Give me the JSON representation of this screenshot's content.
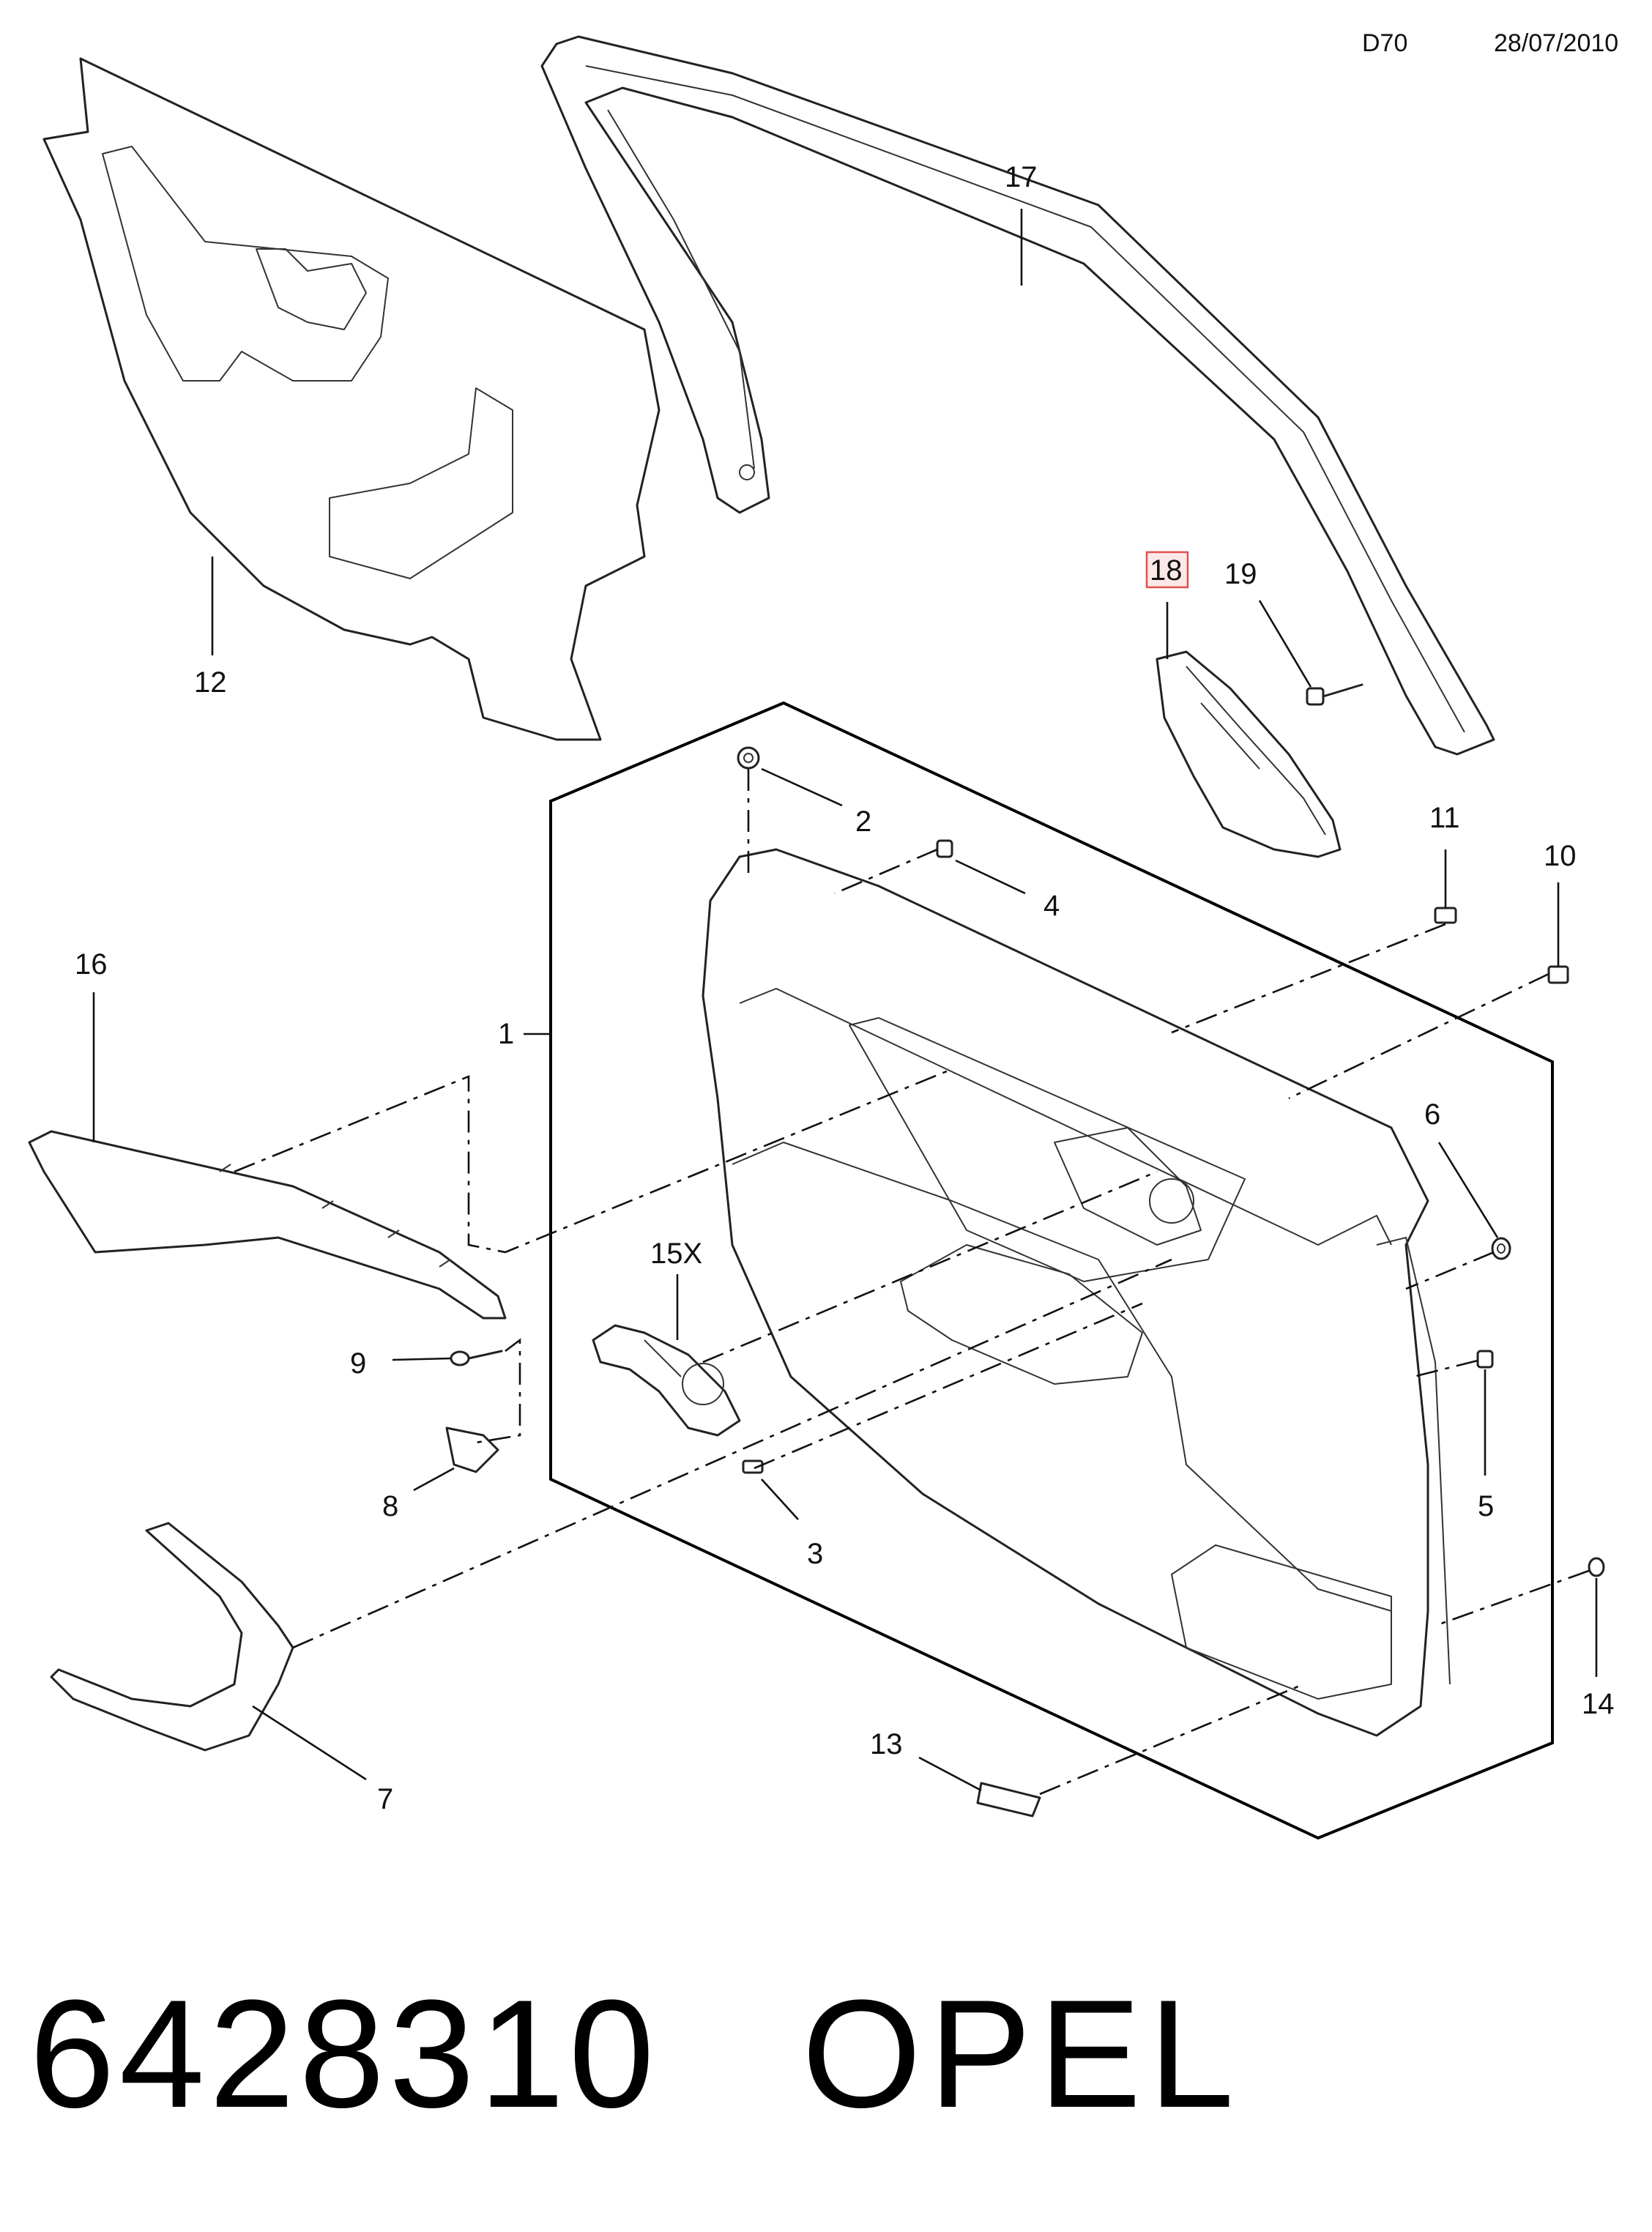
{
  "header": {
    "code": "D70",
    "date": "28/07/2010"
  },
  "highlight_color": "#e05050",
  "callouts": {
    "c1": "1",
    "c2": "2",
    "c3": "3",
    "c4": "4",
    "c5": "5",
    "c6": "6",
    "c7": "7",
    "c8": "8",
    "c9": "9",
    "c10": "10",
    "c11": "11",
    "c12": "12",
    "c13": "13",
    "c14": "14",
    "c15": "15X",
    "c16": "16",
    "c17": "17",
    "c18": "18",
    "c19": "19"
  },
  "footer": {
    "part_number": "6428310",
    "brand": "OPEL"
  }
}
